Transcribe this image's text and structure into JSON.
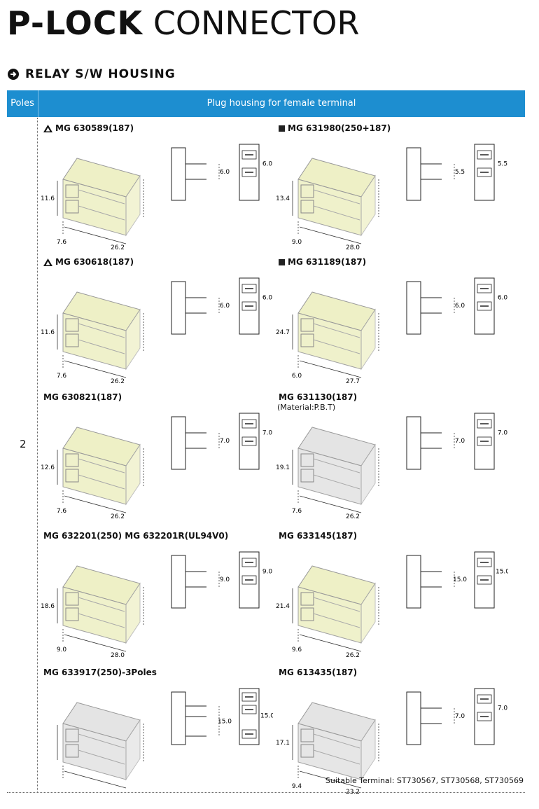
{
  "title": {
    "bold": "P-LOCK",
    "light": "CONNECTOR"
  },
  "section": "RELAY S/W HOUSING",
  "table": {
    "poles_header": "Poles",
    "desc_header": "Plug housing for female terminal",
    "poles_value": "2"
  },
  "products": [
    {
      "label": "MG 630589(187)",
      "mark": "triangle",
      "dims": {
        "a": "11.6",
        "b": "26.2",
        "c": "7.6"
      },
      "pitch": "6.0"
    },
    {
      "label": "MG 631980(250+187)",
      "mark": "square",
      "dims": {
        "a": "13.4",
        "b": "28.0",
        "c": "9.0"
      },
      "pitch": "5.5"
    },
    {
      "label": "MG 630618(187)",
      "mark": "triangle",
      "dims": {
        "a": "11.6",
        "b": "26.2",
        "c": "7.6"
      },
      "pitch": "6.0"
    },
    {
      "label": "MG 631189(187)",
      "mark": "square",
      "dims": {
        "a": "24.7",
        "b": "27.7",
        "c": "6.0"
      },
      "pitch": "6.0"
    },
    {
      "label": "MG 630821(187)",
      "mark": "none",
      "dims": {
        "a": "12.6",
        "b": "26.2",
        "c": "7.6"
      },
      "pitch": "7.0"
    },
    {
      "label": "MG 631130(187)",
      "sub": "(Material:P.B.T)",
      "mark": "none",
      "dims": {
        "a": "19.1",
        "b": "26.2",
        "c": "7.6"
      },
      "pitch": "7.0"
    },
    {
      "label": "MG 632201(250) MG 632201R(UL94V0)",
      "mark": "none",
      "dims": {
        "a": "18.6",
        "b": "28.0",
        "c": "9.0"
      },
      "pitch": "9.0"
    },
    {
      "label": "MG 633145(187)",
      "mark": "none",
      "dims": {
        "a": "21.4",
        "b": "26.2",
        "c": "9.6"
      },
      "pitch": "15.0"
    },
    {
      "label": "MG 633917(250)-3Poles",
      "mark": "none",
      "dims": {
        "a": "",
        "b": "",
        "c": ""
      },
      "pitch": "15.0"
    },
    {
      "label": "MG 613435(187)",
      "mark": "none",
      "dims": {
        "a": "17.1",
        "b": "23.2",
        "c": "9.4"
      },
      "pitch": "7.0"
    }
  ],
  "footer": "Suitable Terminal: ST730567, ST730568, ST730569",
  "colors": {
    "header_bg": "#1d8ed0",
    "housing_yellow": "#eef0c6",
    "housing_grey": "#e4e4e4"
  }
}
